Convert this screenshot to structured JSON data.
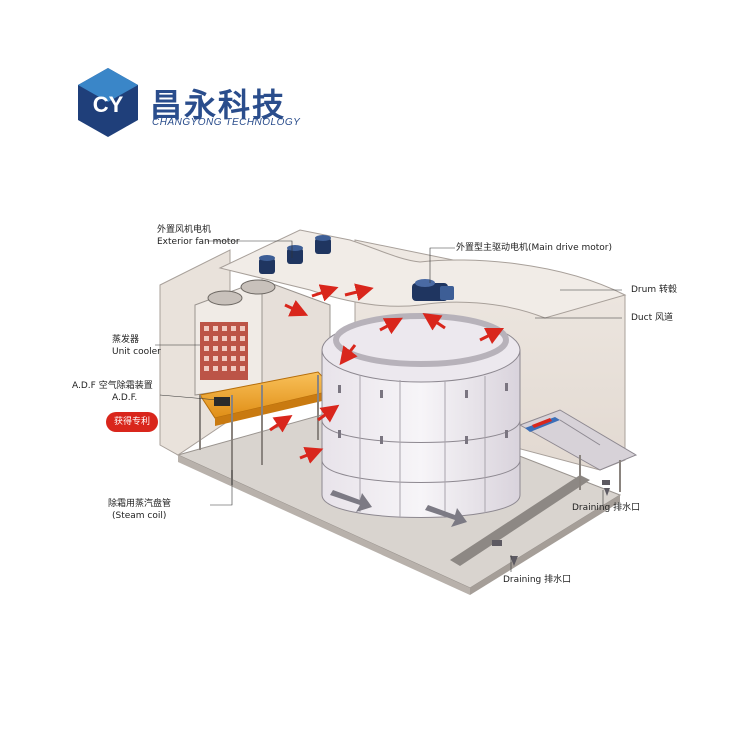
{
  "brand": {
    "name_cn": "昌永科技",
    "name_en": "CHANGYONG TECHNOLOGY",
    "logo_letters": "CY",
    "colors": {
      "logo_dark": "#1f3f7a",
      "logo_light": "#3a86c8",
      "accent_orange": "#f5a623",
      "arrow_red": "#d9261c",
      "patent_red": "#d9261c"
    }
  },
  "labels": {
    "ext_fan_cn": "外置风机电机",
    "ext_fan_en": "Exterior fan motor",
    "main_drive": "外置型主驱动电机(Main drive motor)",
    "drum": "Drum  转毂",
    "duct": "Duct  风道",
    "evap_cn": "蒸发器",
    "evap_en": "Unit cooler",
    "adf_cn": "A.D.F 空气除霜装置",
    "adf_en": "A.D.F.",
    "patent": "获得专利",
    "steam_cn": "除霜用蒸汽盘管",
    "steam_en": "(Steam coil)",
    "drain_right": "Draining  排水口",
    "drain_bottom": "Draining  排水口"
  },
  "icons": [
    "fan-motor-icon",
    "drive-motor-icon",
    "airflow-arrow-icon",
    "drain-arrow-icon"
  ]
}
